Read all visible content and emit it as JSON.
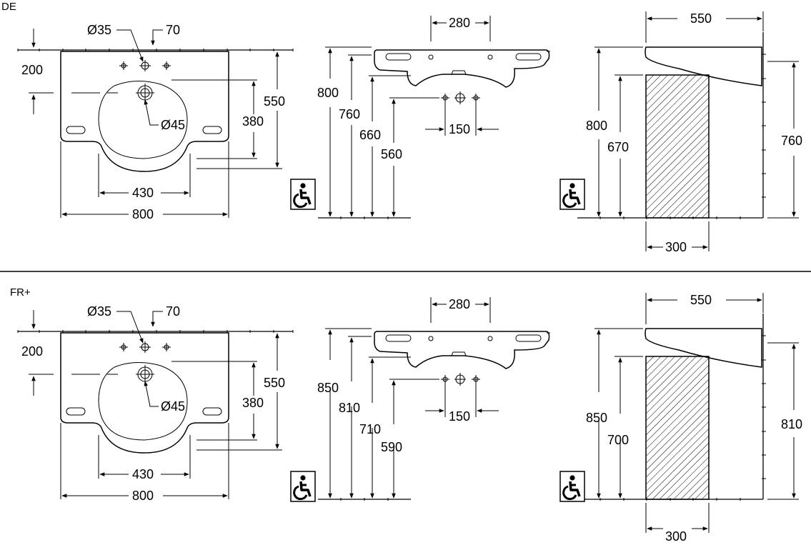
{
  "sections": [
    {
      "label": "DE",
      "front": {
        "top_dim": "Ø35",
        "top_dim2": "70",
        "left_dim": "200",
        "tap_dim": "Ø45",
        "dim_380": "380",
        "dim_550": "550",
        "dim_430": "430",
        "dim_800": "800"
      },
      "side": {
        "dim_280": "280",
        "dim_150": "150",
        "h1": "800",
        "h2": "760",
        "h3": "660",
        "h4": "560"
      },
      "profile": {
        "dim_550": "550",
        "dim_300": "300",
        "h_left": "800",
        "h_mid": "670",
        "h_right": "760"
      }
    },
    {
      "label": "FR+",
      "front": {
        "top_dim": "Ø35",
        "top_dim2": "70",
        "left_dim": "200",
        "tap_dim": "Ø45",
        "dim_380": "380",
        "dim_550": "550",
        "dim_430": "430",
        "dim_800": "800"
      },
      "side": {
        "dim_280": "280",
        "dim_150": "150",
        "h1": "850",
        "h2": "810",
        "h3": "710",
        "h4": "590"
      },
      "profile": {
        "dim_550": "550",
        "dim_300": "300",
        "h_left": "850",
        "h_mid": "700",
        "h_right": "810"
      }
    }
  ],
  "icons": [
    "wheelchair-icon",
    "wheelchair-icon",
    "wheelchair-icon",
    "wheelchair-icon"
  ]
}
